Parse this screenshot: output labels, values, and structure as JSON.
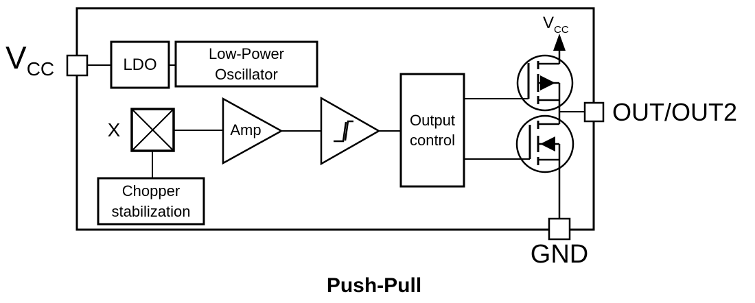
{
  "diagram": {
    "caption": "Push-Pull",
    "pins": {
      "vcc": {
        "main": "V",
        "sub": "CC"
      },
      "out": {
        "label": "OUT/OUT2"
      },
      "gnd": {
        "label": "GND"
      }
    },
    "supply": {
      "main": "V",
      "sub": "CC"
    },
    "blocks": {
      "ldo": {
        "label": "LDO"
      },
      "oscillator": {
        "line1": "Low-Power",
        "line2": "Oscillator"
      },
      "hall": {
        "label": "X"
      },
      "amp": {
        "label": "Amp"
      },
      "output_control": {
        "line1": "Output",
        "line2": "control"
      },
      "chopper": {
        "line1": "Chopper",
        "line2": "stabilization"
      }
    },
    "colors": {
      "line": "#000000",
      "background": "#ffffff"
    }
  }
}
